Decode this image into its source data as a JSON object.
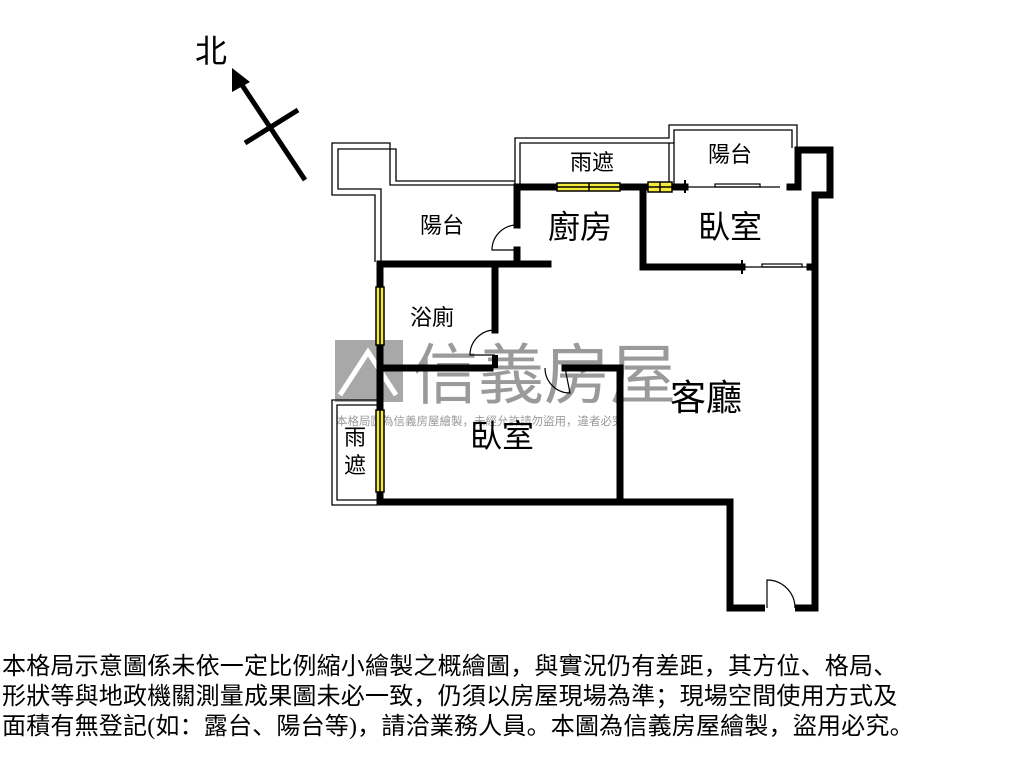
{
  "compass": {
    "label": "北"
  },
  "rooms": {
    "balcony_left": "陽台",
    "canopy_top": "雨遮",
    "balcony_top": "陽台",
    "kitchen": "廚房",
    "bedroom_top": "臥室",
    "bathroom": "浴廁",
    "living": "客廳",
    "bedroom_bottom": "臥室",
    "canopy_left": "雨遮"
  },
  "watermark": {
    "brand": "信義房屋",
    "caption": "本格局圖為信義房屋繪製，未經允許請勿盜用，違者必究"
  },
  "colors": {
    "wall": "#000000",
    "window": "#f5e93a",
    "watermark": "#9a9a9a"
  },
  "disclaimer": [
    "本格局示意圖係未依一定比例縮小繪製之概繪圖，與實況仍有差距，其方位、格局、",
    "形狀等與地政機關測量成果圖未必一致，仍須以房屋現場為準；現場空間使用方式及",
    "面積有無登記(如：露台、陽台等)，請洽業務人員。本圖為信義房屋繪製，盜用必究。"
  ]
}
